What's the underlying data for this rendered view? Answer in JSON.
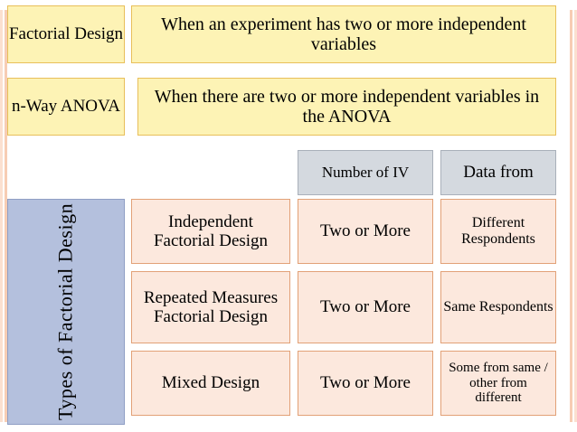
{
  "slide": {
    "rows": {
      "factorial_design": {
        "label": "Factorial Design",
        "description": "When an experiment has two or more independent variables"
      },
      "nway_anova": {
        "label": "n-Way ANOVA",
        "description": "When there are two or more independent variables in the ANOVA"
      }
    },
    "table": {
      "headers": {
        "number_of_iv": "Number of IV",
        "data_from": "Data from"
      },
      "side_label": "Types of Factorial Design",
      "rows": [
        {
          "name": "Independent Factorial Design",
          "number_of_iv": "Two or More",
          "data_from": "Different Respondents"
        },
        {
          "name": "Repeated Measures Factorial Design",
          "number_of_iv": "Two or More",
          "data_from": "Same Respondents"
        },
        {
          "name": "Mixed Design",
          "number_of_iv": "Two or More",
          "data_from": "Some from same / other from different"
        }
      ]
    },
    "colors": {
      "yellow_fill": "#fdf3b5",
      "yellow_border": "#e8bf5a",
      "peach_fill": "#fce8dd",
      "peach_border": "#e2a177",
      "gray_fill": "#d4d9df",
      "gray_border": "#a9b0ba",
      "blue_fill": "#b4c0dd",
      "blue_border": "#8f9ec4",
      "rail": "#fbe0d0"
    }
  }
}
